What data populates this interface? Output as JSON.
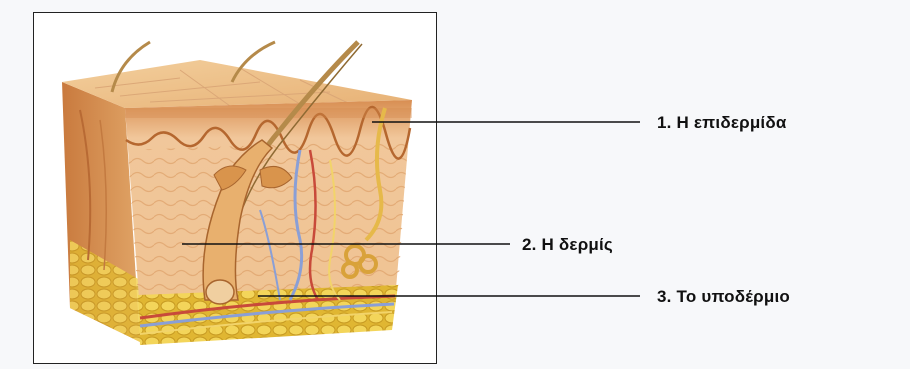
{
  "labels": [
    {
      "number": "1.",
      "text": "Η επιδερμίδα"
    },
    {
      "number": "2.",
      "text": "Η δερμίς"
    },
    {
      "number": "3.",
      "text": "Το υποδέρμιο"
    }
  ],
  "colors": {
    "epidermis": "#e9b477",
    "dermis": "#f2c79a",
    "hypodermis": "#e6c23a",
    "hair": "#b58a4a",
    "vessel_red": "#c84a3a",
    "vessel_blue": "#8a9fd6",
    "nerve": "#f2d46a"
  }
}
